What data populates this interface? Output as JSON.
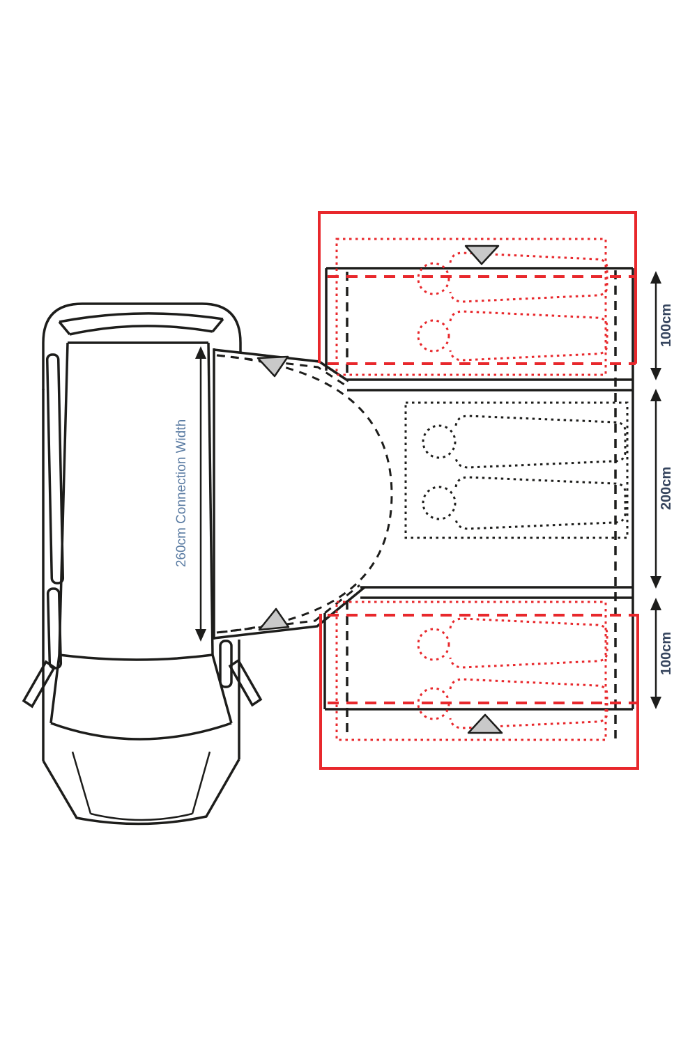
{
  "diagram": {
    "type": "campervan-awning-floorplan-top-view",
    "labels": {
      "connection_width": "260cm Connection Width",
      "front_bedroom_depth": "100cm",
      "living_area_depth": "200cm",
      "rear_bedroom_depth": "100cm"
    },
    "colors": {
      "awning_red": "#e8282c",
      "line_black": "#1d1d1b",
      "triangle_gray": "#c9c9c9",
      "dimension_label": "#36455e",
      "connection_label": "#5b7ca3",
      "background": "#ffffff"
    },
    "markers": {
      "door_count": 4,
      "sleeper_count": 6
    }
  }
}
